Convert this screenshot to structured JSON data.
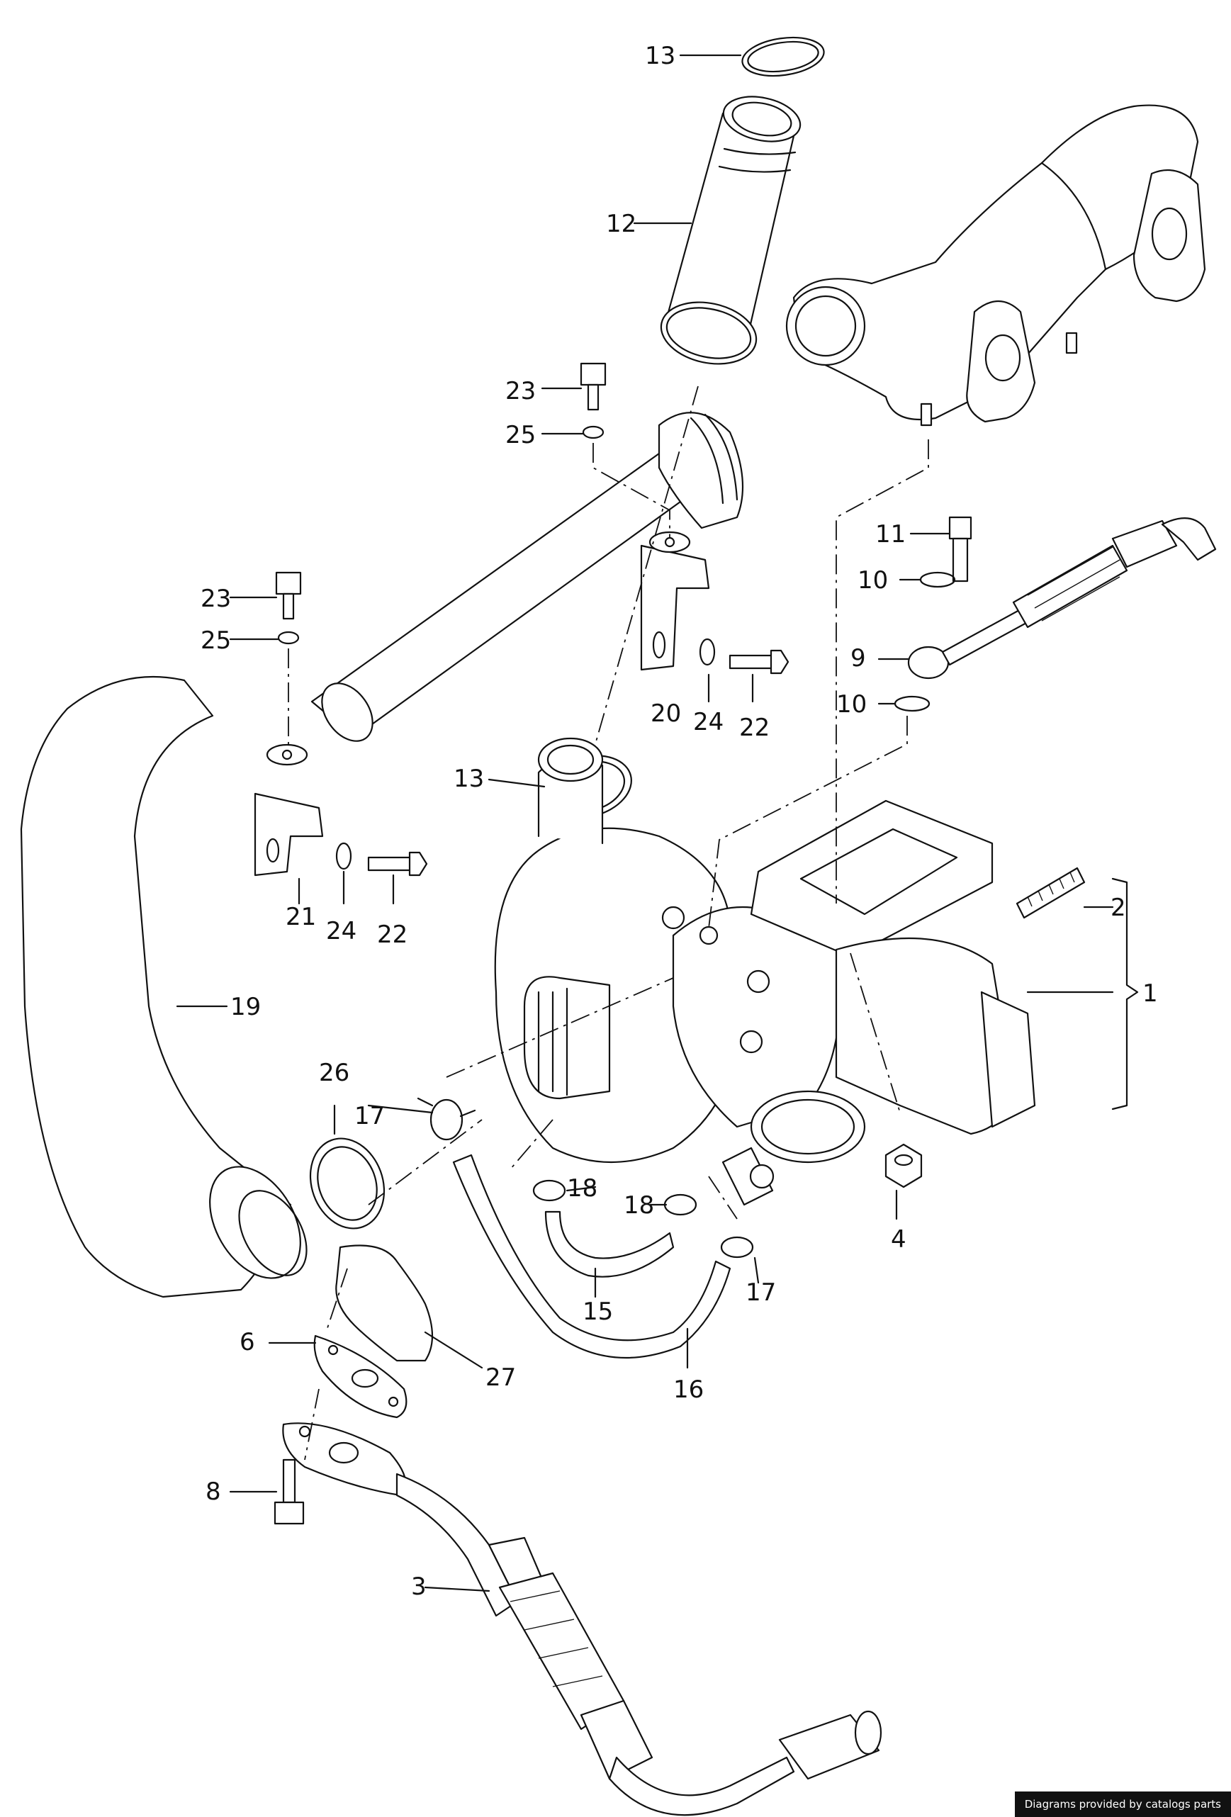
{
  "diagram": {
    "callouts": [
      "1",
      "2",
      "3",
      "4",
      "6",
      "8",
      "9",
      "10",
      "11",
      "12",
      "13",
      "15",
      "16",
      "17",
      "18",
      "19",
      "20",
      "21",
      "22",
      "23",
      "24",
      "25",
      "26",
      "27"
    ]
  },
  "footer": {
    "credit": "Diagrams provided by catalogs parts"
  }
}
